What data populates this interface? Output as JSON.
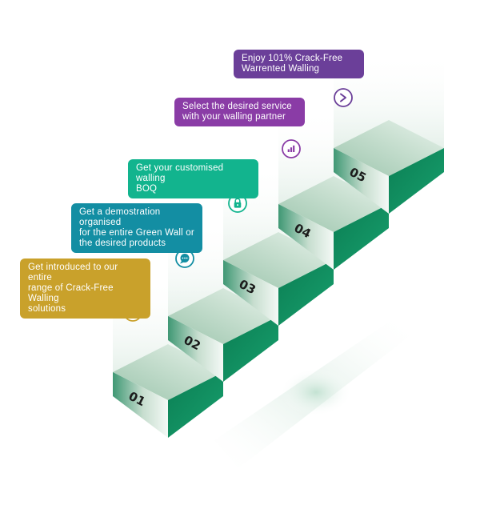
{
  "steps": [
    {
      "number": "01",
      "lines": [
        "Get introduced to our entire",
        "range of Crack-Free Walling",
        "solutions"
      ],
      "color": "#C9A12B",
      "icon": "gear-icon"
    },
    {
      "number": "02",
      "lines": [
        "Get a demostration organised",
        "for the entire Green Wall or",
        "the desired products"
      ],
      "color": "#138EA3",
      "icon": "chat-bubble-icon"
    },
    {
      "number": "03",
      "lines": [
        "Get your customised walling",
        "BOQ"
      ],
      "color": "#12B48E",
      "icon": "lock-icon"
    },
    {
      "number": "04",
      "lines": [
        "Select the desired service",
        "with your walling partner"
      ],
      "color": "#8A3CA6",
      "icon": "bar-chart-icon"
    },
    {
      "number": "05",
      "lines": [
        "Enjoy 101% Crack-Free",
        "Warrented Walling"
      ],
      "color": "#6B3F99",
      "icon": "chevron-right-icon"
    }
  ],
  "colors": {
    "top_face": "#A9CDB8",
    "left_face": "#CFE3D6",
    "right_face": "#0E8B5C"
  }
}
